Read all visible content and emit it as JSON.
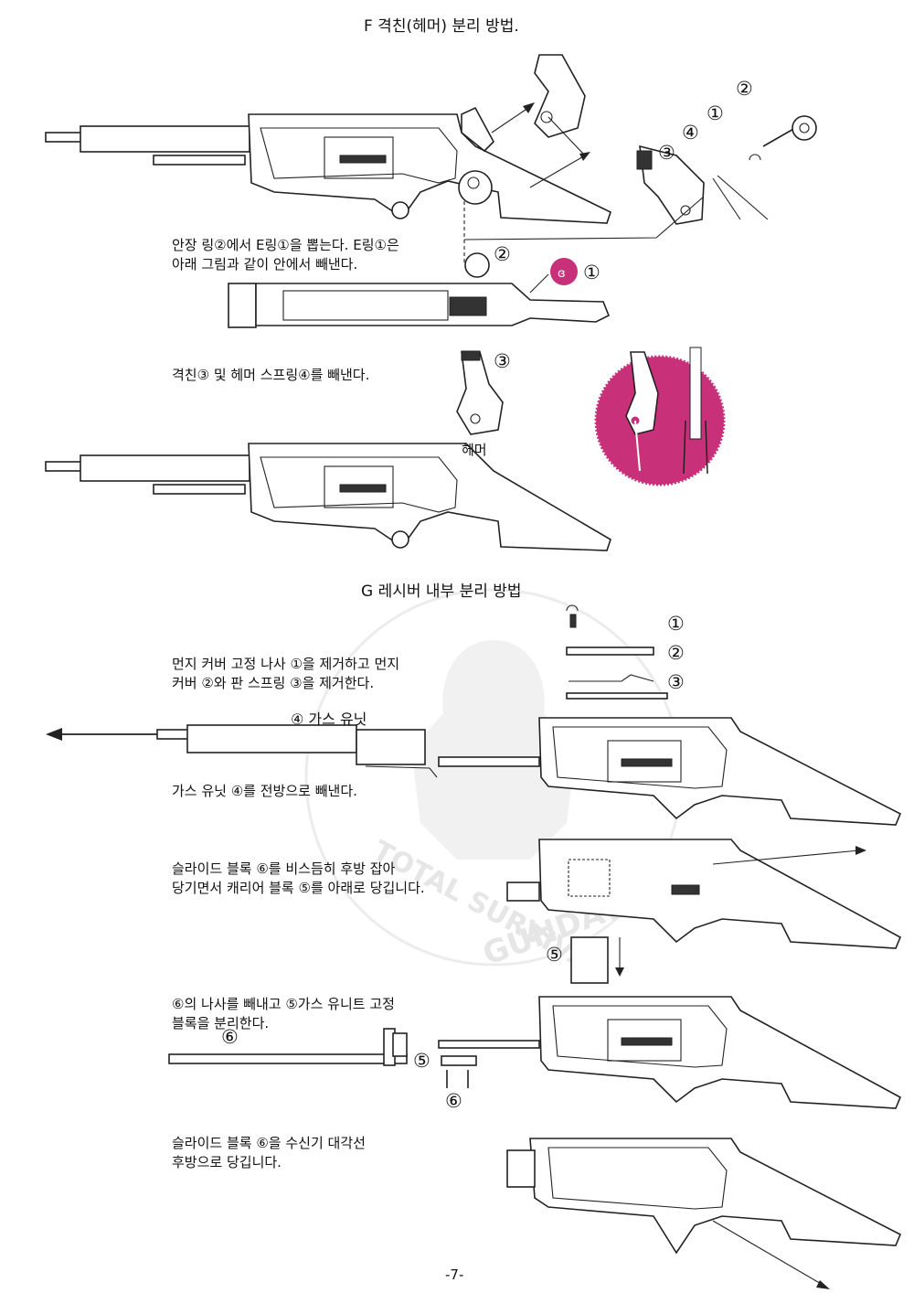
{
  "section_f": {
    "title": "F 격친(헤머) 분리 방법.",
    "step1_line1": "안장 링②에서 E링①을 뽑는다. E링①은",
    "step1_line2": "아래 그림과 같이 안에서 빼낸다.",
    "step2": "격친③ 및 헤머 스프링④를 빼낸다.",
    "hammer_label": "헤머",
    "callouts": {
      "c1": "①",
      "c2": "②",
      "c3": "③",
      "c4": "④",
      "c_mag1": "①",
      "c_mag2": "②",
      "c_ham3": "③"
    }
  },
  "section_g": {
    "title": "G 레시버 내부 분리 방법",
    "step1_line1": "먼지 커버 고정 나사 ①을 제거하고 먼지",
    "step1_line2": "커버 ②와 판 스프링 ③을 제거한다.",
    "gas_unit_label": "④ 가스 유닛",
    "step2": "가스 유닛 ④를 전방으로 빼낸다.",
    "step3_line1": "슬라이드 블록 ⑥를 비스듬히 후방 잡아",
    "step3_line2": "당기면서 캐리어 블록 ⑤를 아래로 당깁니다.",
    "step4_line1": "⑥의 나사를 빼내고 ⑤가스 유니트 고정",
    "step4_line2": "블록을 분리한다.",
    "step5_line1": "슬라이드 블록 ⑥을 수신기 대각선",
    "step5_line2": "후방으로 당깁니다.",
    "callouts": {
      "p1": "①",
      "p2": "②",
      "p3": "③",
      "c5a": "⑤",
      "c5b": "⑤",
      "c6a": "⑥",
      "c6b": "⑥"
    }
  },
  "watermark": {
    "line1": "TOTAL SURVIVAL GUNSHOP",
    "line2": "GUNDAY"
  },
  "page_number": "-7-",
  "colors": {
    "accent_magenta": "#c8307a",
    "ink": "#222222"
  }
}
